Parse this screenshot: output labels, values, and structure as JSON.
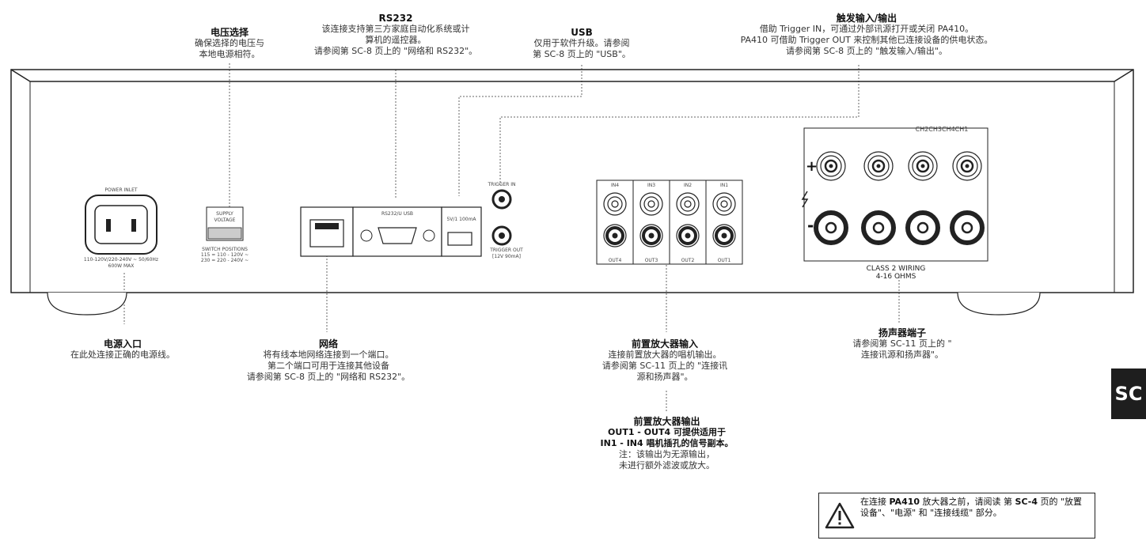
{
  "annotations": {
    "voltage": {
      "title": "电压选择",
      "lines": [
        "确保选择的电压与",
        "本地电源相符。"
      ]
    },
    "rs232": {
      "title": "RS232",
      "lines": [
        "该连接支持第三方家庭自动化系统或计",
        "算机的遥控器。",
        "请参阅第 SC-8 页上的 \"网络和 RS232\"。"
      ]
    },
    "usb": {
      "title": "USB",
      "lines": [
        "仅用于软件升级。请参阅",
        "第 SC-8 页上的 \"USB\"。"
      ]
    },
    "trigger": {
      "title": "触发输入/输出",
      "lines": [
        "借助 Trigger IN，可通过外部讯源打开或关闭 PA410。",
        "PA410 可借助 Trigger OUT 来控制其他已连接设备的供电状态。",
        "请参阅第 SC-8 页上的 \"触发输入/输出\"。"
      ]
    },
    "power": {
      "title": "电源入口",
      "lines": [
        "在此处连接正确的电源线。"
      ]
    },
    "network": {
      "title": "网络",
      "lines": [
        "将有线本地网络连接到一个端口。",
        "第二个端口可用于连接其他设备",
        "请参阅第 SC-8 页上的 \"网络和 RS232\"。"
      ]
    },
    "preamp_in": {
      "title": "前置放大器输入",
      "lines": [
        "连接前置放大器的唱机输出。",
        "请参阅第 SC-11 页上的 \"连接讯",
        "源和扬声器\"。"
      ]
    },
    "preamp_out": {
      "title": "前置放大器输出",
      "bold_lines": [
        "OUT1 - OUT4 可提供适用于",
        "IN1 - IN4 唱机插孔的信号副本。"
      ],
      "lines": [
        "注：该输出为无源输出，",
        "未进行额外滤波或放大。"
      ]
    },
    "speaker": {
      "title": "扬声器端子",
      "lines": [
        "请参阅第 SC-11 页上的 \"",
        "连接讯源和扬声器\"。"
      ]
    }
  },
  "panel_labels": {
    "power_inlet": "POWER INLET",
    "power_spec_1": "110-120V/220-240V ~ 50/60Hz",
    "power_spec_2": "600W MAX",
    "supply_voltage_1": "SUPPLY",
    "supply_voltage_2": "VOLTAGE",
    "switch_positions_1": "SWITCH POSITIONS",
    "switch_positions_2": "115 = 110 - 120V ~",
    "switch_positions_3": "230 = 220 - 240V ~",
    "rs232_usb": "RS232/U  USB",
    "usb_rating": "5V/1 100mA",
    "trigger_in": "TRIGGER IN",
    "trigger_out": "TRIGGER OUT",
    "trigger_out_rating": "[12V  90mA]",
    "in4": "IN4",
    "in3": "IN3",
    "in2": "IN2",
    "in1": "IN1",
    "out4": "OUT4",
    "out3": "OUT3",
    "out2": "OUT2",
    "out1": "OUT1",
    "channels": "CH2CH3CH4CH1",
    "plus": "+",
    "minus": "-",
    "class2_1": "CLASS 2 WIRING",
    "class2_2": "4-16 OHMS"
  },
  "side_tab": "SC",
  "warning": {
    "pre": "在连接 ",
    "bold1": "PA410",
    "mid1": " 放大器之前，请阅读 第 ",
    "bold2": "SC-4",
    "rest": " 页的 \"放置设备\"、\"电源\" 和 \"连接线缆\" 部分。"
  }
}
